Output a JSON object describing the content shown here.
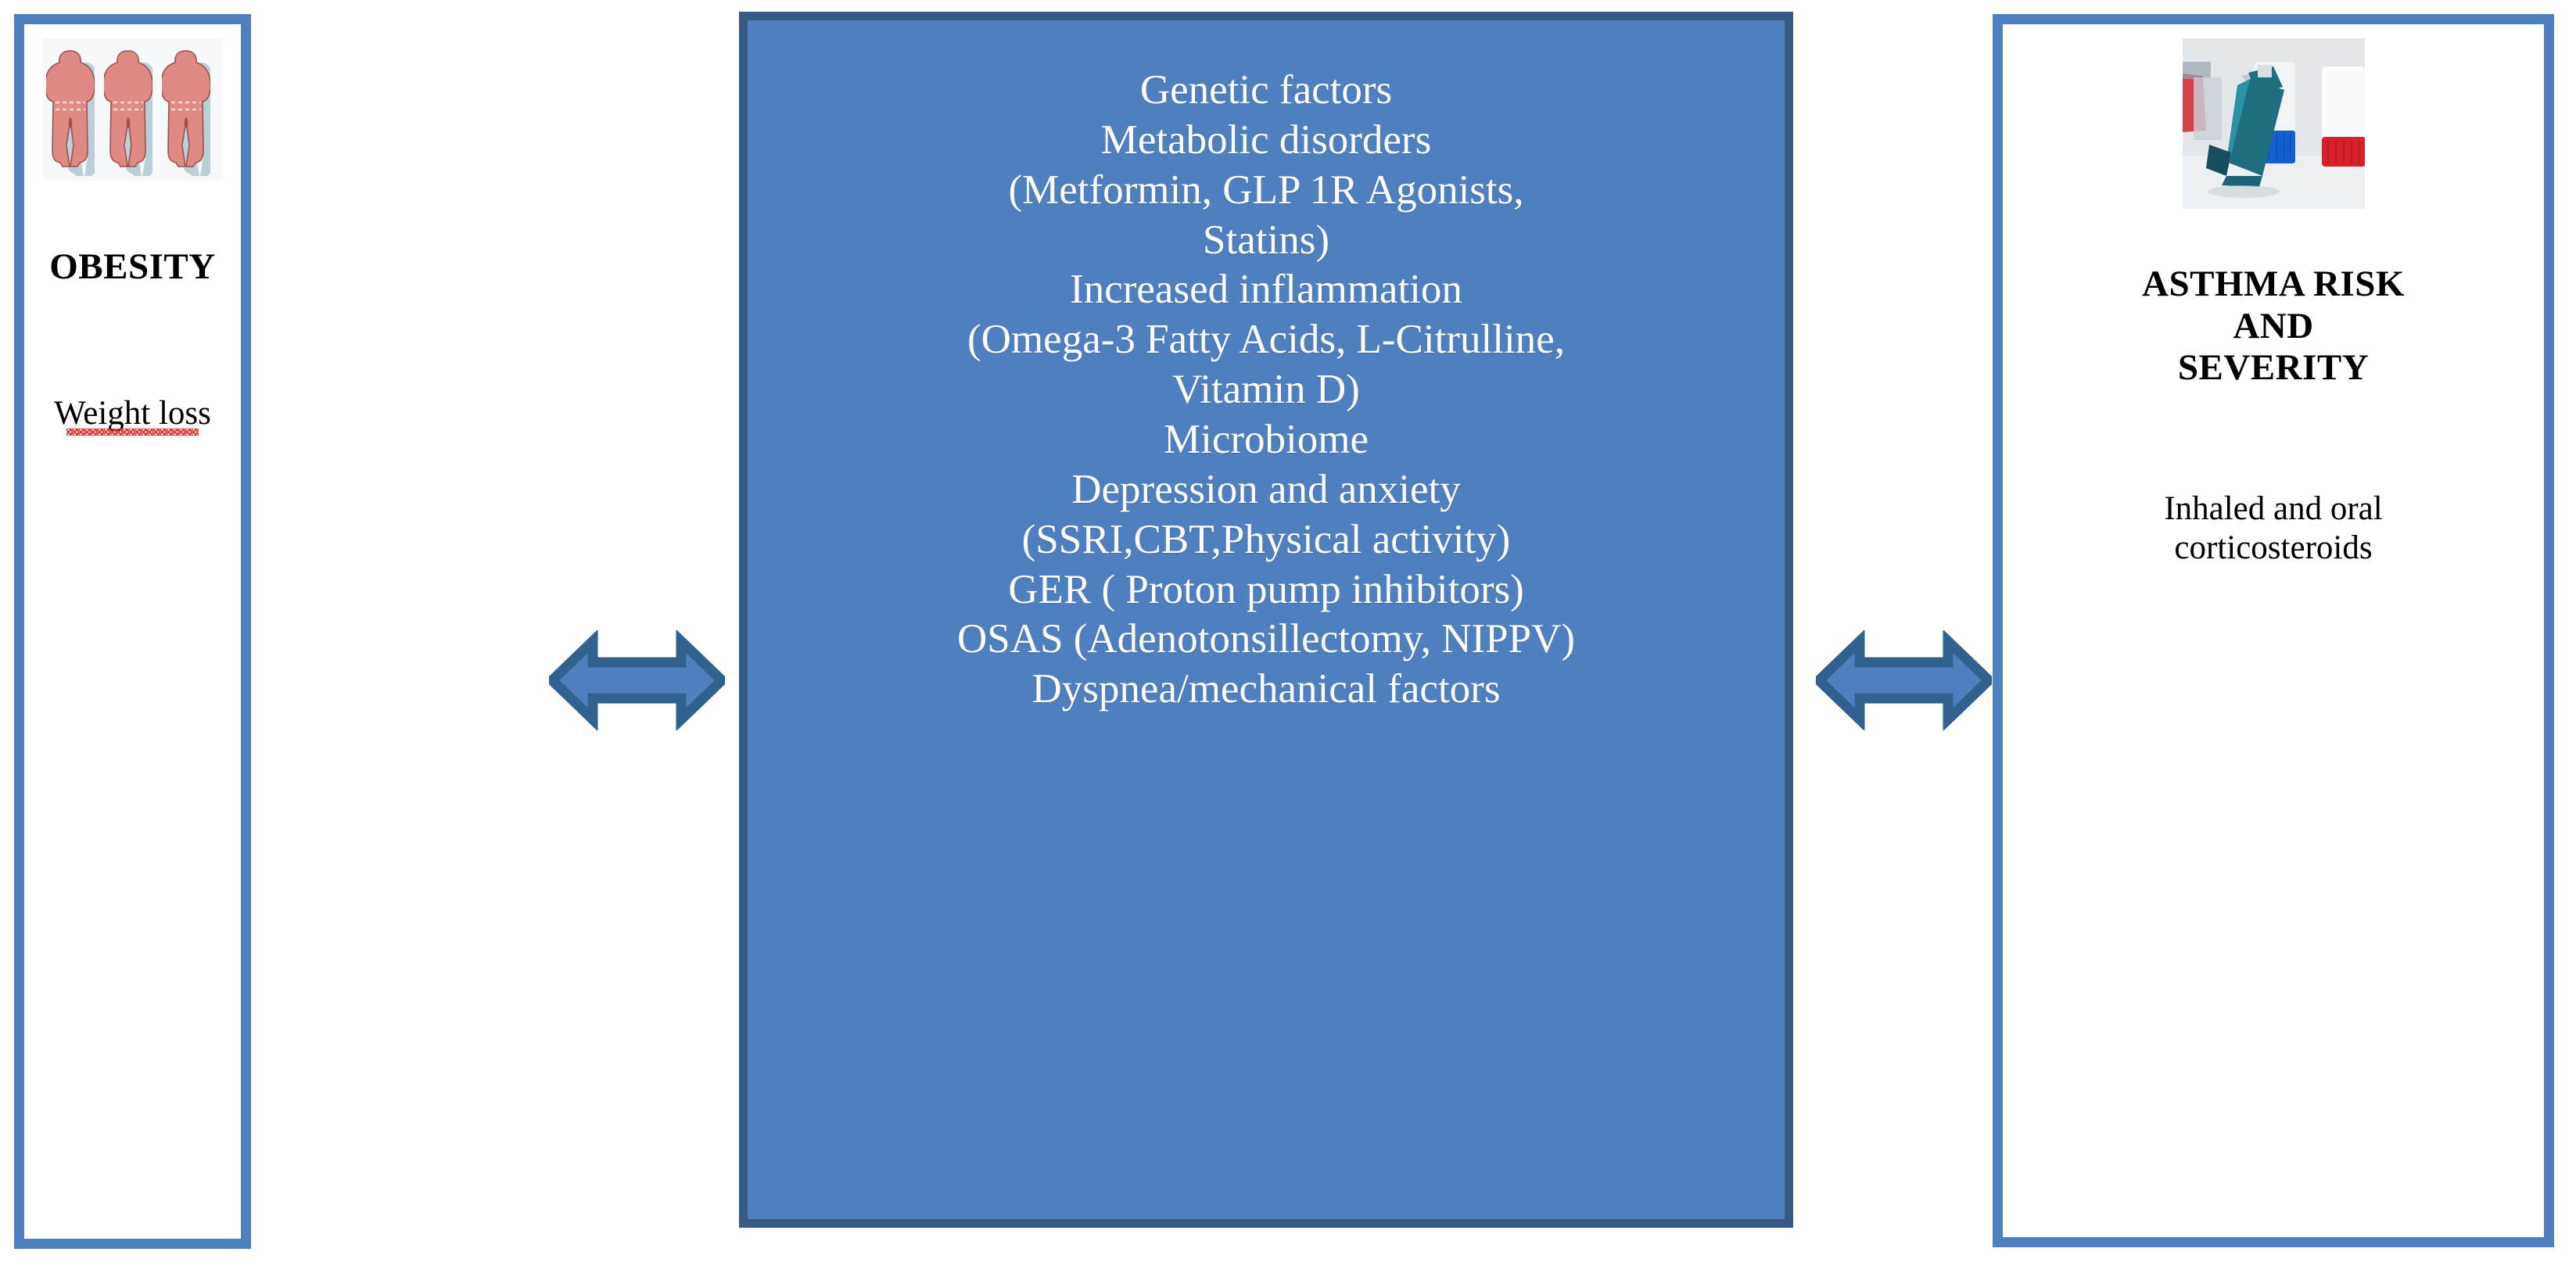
{
  "colors": {
    "panel_border": "#4E80BF",
    "center_fill": "#4E80BF",
    "center_border": "#355A83",
    "arrow_fill": "#4E80BF",
    "arrow_outline": "#31618F",
    "center_text": "#FFFFFF",
    "body_text": "#000000",
    "spellcheck_underline": "#E8272C",
    "figure_body": "#E08A85",
    "figure_shadow": "#BBCFD9",
    "inhaler_teal": "#1F6E80",
    "inhaler_cap_blue": "#1560D0",
    "inhaler_cap_red": "#D8202A"
  },
  "left_panel": {
    "photo_alt": "three-obese-person-figures",
    "title": "OBESITY",
    "caption": "Weight loss",
    "caption_spellchecked": true
  },
  "center_panel": {
    "lines": [
      "Genetic factors",
      "Metabolic disorders",
      "(Metformin, GLP 1R Agonists,",
      "Statins)",
      "Increased inflammation",
      "(Omega-3 Fatty Acids, L-Citrulline,",
      "Vitamin D)",
      "Microbiome",
      "Depression and anxiety",
      "(SSRI,CBT,Physical activity)",
      "GER ( Proton pump inhibitors)",
      "OSAS (Adenotonsillectomy, NIPPV)",
      "Dyspnea/mechanical factors"
    ]
  },
  "right_panel": {
    "photo_alt": "asthma-inhaler-and-medication-bottles",
    "title_lines": [
      "ASTHMA RISK",
      "AND",
      "SEVERITY"
    ],
    "caption_lines": [
      "Inhaled and oral",
      "corticosteroids"
    ]
  },
  "arrows": {
    "left_label": "bidirectional-arrow-obesity-to-factors",
    "right_label": "bidirectional-arrow-factors-to-asthma"
  }
}
